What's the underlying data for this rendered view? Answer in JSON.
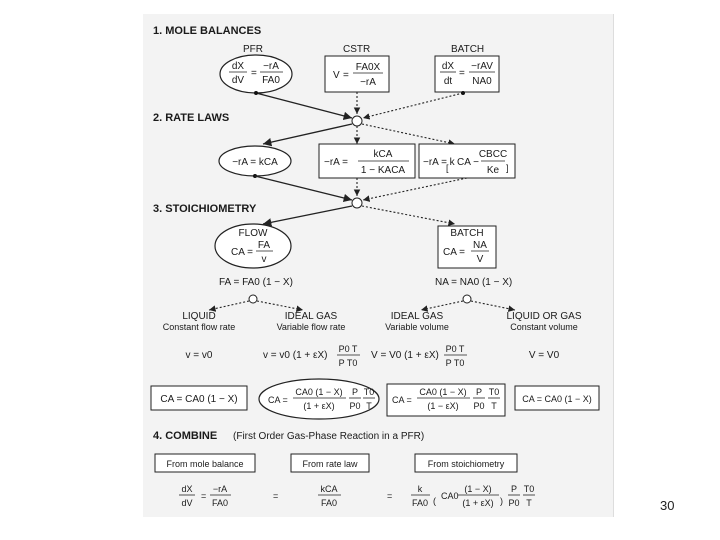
{
  "sections": {
    "mole_balances": "1. MOLE BALANCES",
    "rate_laws": "2. RATE LAWS",
    "stoichiometry": "3. STOICHIOMETRY",
    "combine": "4. COMBINE",
    "combine_note": "(First Order Gas-Phase Reaction in a PFR)"
  },
  "reactors": {
    "pfr": "PFR",
    "cstr": "CSTR",
    "batch": "BATCH"
  },
  "mole_balance_eqs": {
    "pfr_lhs_num": "dX",
    "pfr_lhs_den": "dV",
    "pfr_rhs_num": "−rA",
    "pfr_rhs_den": "FA0",
    "cstr_lhs": "V",
    "cstr_num": "FA0X",
    "cstr_den": "−rA",
    "batch_lhs_num": "dX",
    "batch_lhs_den": "dt",
    "batch_rhs_num": "−rAV",
    "batch_rhs_den": "NA0"
  },
  "rate_law_eqs": {
    "first": "−rA = kCA",
    "langmuir_lhs": "−rA =",
    "langmuir_num": "kCA",
    "langmuir_den": "1 − KACA",
    "reversible_lhs": "−rA = k",
    "reversible_a": "CA −",
    "reversible_num": "CBCC",
    "reversible_den": "Ke"
  },
  "stoich": {
    "flow": "FLOW",
    "flow_eq_lhs": "CA =",
    "flow_eq_num": "FA",
    "flow_eq_den": "v",
    "batch": "BATCH",
    "batch_eq_lhs": "CA =",
    "batch_eq_num": "NA",
    "batch_eq_den": "V",
    "flow_molar": "FA = FA0 (1 − X)",
    "batch_molar": "NA = NA0 (1 − X)"
  },
  "phases": [
    {
      "title": "LIQUID",
      "subtitle": "Constant flow rate",
      "law": "v = v0"
    },
    {
      "title": "IDEAL GAS",
      "subtitle": "Variable flow rate",
      "law": "v = v0 (1 + εX)"
    },
    {
      "title": "IDEAL GAS",
      "subtitle": "Variable volume",
      "law": "V = V0 (1 + εX)"
    },
    {
      "title": "LIQUID OR GAS",
      "subtitle": "Constant volume",
      "law": "V = V0"
    }
  ],
  "law_fraction": {
    "num": "P0 T",
    "den": "P T0"
  },
  "conc_eqs": {
    "liquid": "CA = CA0 (1 − X)",
    "gas_flow_lhs": "CA =",
    "gas_flow_num": "CA0 (1 − X)",
    "gas_flow_den": "(1 + εX)",
    "gas_flow_frac_num": "P",
    "gas_flow_frac_den": "P0",
    "gas_flow_frac2_num": "T0",
    "gas_flow_frac2_den": "T",
    "gas_vol_lhs": "CA =",
    "gas_vol_num": "CA0 (1 − X)",
    "gas_vol_den": "(1 − εX)",
    "gas_vol_frac_num": "P",
    "gas_vol_frac_den": "P0",
    "gas_vol_frac2_num": "T0",
    "gas_vol_frac2_den": "T",
    "const_vol": "CA = CA0 (1 − X)"
  },
  "combine_boxes": [
    "From mole balance",
    "From rate law",
    "From stoichiometry"
  ],
  "combine_eq": {
    "a_num": "dX",
    "a_den": "dV",
    "b_num": "−rA",
    "b_den": "FA0",
    "eq2": "=",
    "c_num": "kCA",
    "c_den": "FA0",
    "eq3": "=",
    "d_num": "k",
    "d_den": "FA0",
    "d_big_num": "(1 − X)",
    "d_big_pref": "CA0",
    "d_big_den": "(1 + εX)",
    "d_tail_num": "P",
    "d_tail_den": "P0",
    "d_tail2_num": "T0",
    "d_tail2_den": "T"
  },
  "page_number": "30"
}
